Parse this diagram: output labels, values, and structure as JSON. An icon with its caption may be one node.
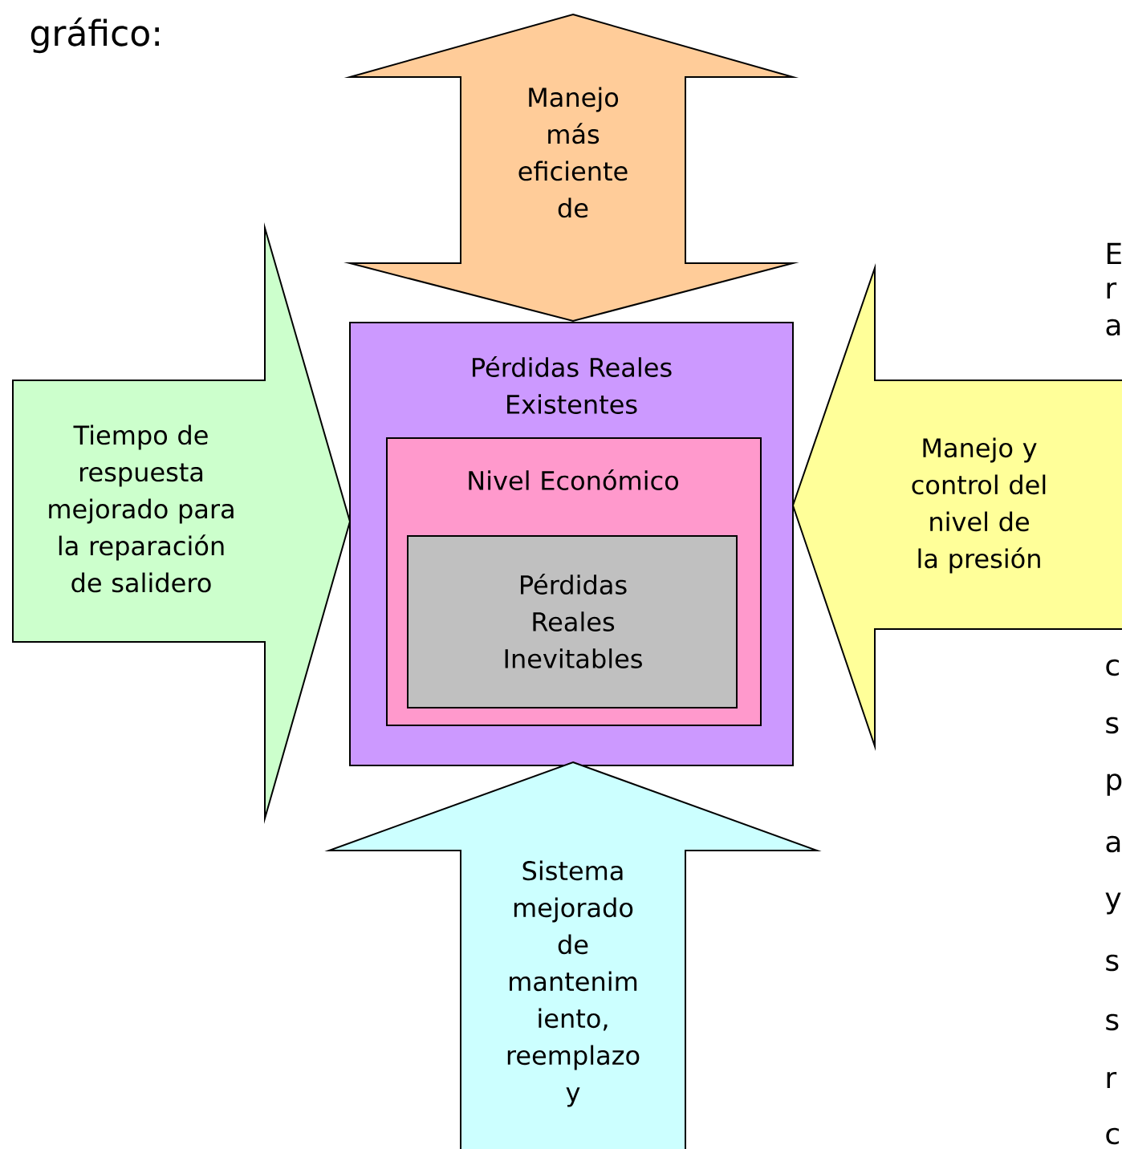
{
  "diagram": {
    "nodes": [
      {
        "text": [
          "Manejo más eficiente de"
        ]
      },
      {
        "text": [
          "Tiempo de respuesta mejorado para la reparación de salidero"
        ]
      },
      {
        "text": [
          "Pérdidas Reales Existentes"
        ]
      },
      {
        "text": [
          "Nivel Económico"
        ],
        "in": 2
      },
      {
        "text": [
          "Pérdidas Reales Inevitables"
        ],
        "in": 3
      },
      {
        "text": [
          "Manejo y control del nivel de la presión"
        ]
      },
      {
        "text": [
          "Sistema mejorado de mantenim iento, reemplazo y"
        ]
      }
    ],
    "labels": [
      "gráfico:",
      "E",
      "r",
      "a",
      "c",
      "s",
      "p",
      "a",
      "y",
      "s",
      "s",
      "r",
      "c"
    ]
  }
}
